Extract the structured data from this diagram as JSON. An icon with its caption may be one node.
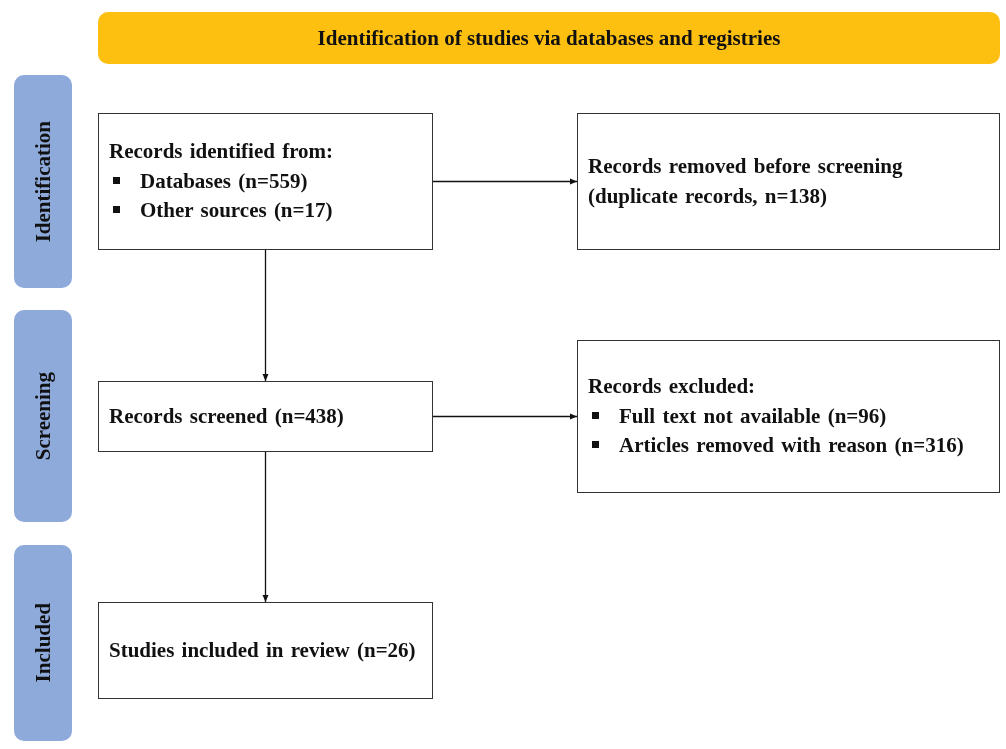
{
  "diagram": {
    "nodes": [
      {
        "text": [
          "Identification of studies via databases and registries"
        ]
      },
      {
        "text": [
          "Identification"
        ]
      },
      {
        "text": [
          "Screening"
        ]
      },
      {
        "text": [
          "Included"
        ]
      },
      {
        "text": [
          "Records identified from:",
          "Databases (n=559)",
          "Other sources (n=17)"
        ]
      },
      {
        "text": [
          "Records removed before screening (duplicate records, n=138)"
        ]
      },
      {
        "text": [
          "Records screened (n=438)"
        ]
      },
      {
        "text": [
          "Records excluded:",
          "Full text not available (n=96)",
          "Articles removed with reason (n=316)"
        ]
      },
      {
        "text": [
          "Studies included in review (n=26)"
        ]
      }
    ],
    "edges": [
      {
        "from": 4,
        "to": 5,
        "arrow": "to"
      },
      {
        "from": 4,
        "to": 6,
        "arrow": "to"
      },
      {
        "from": 6,
        "to": 7,
        "arrow": "to"
      },
      {
        "from": 6,
        "to": 8,
        "arrow": "to"
      }
    ]
  }
}
